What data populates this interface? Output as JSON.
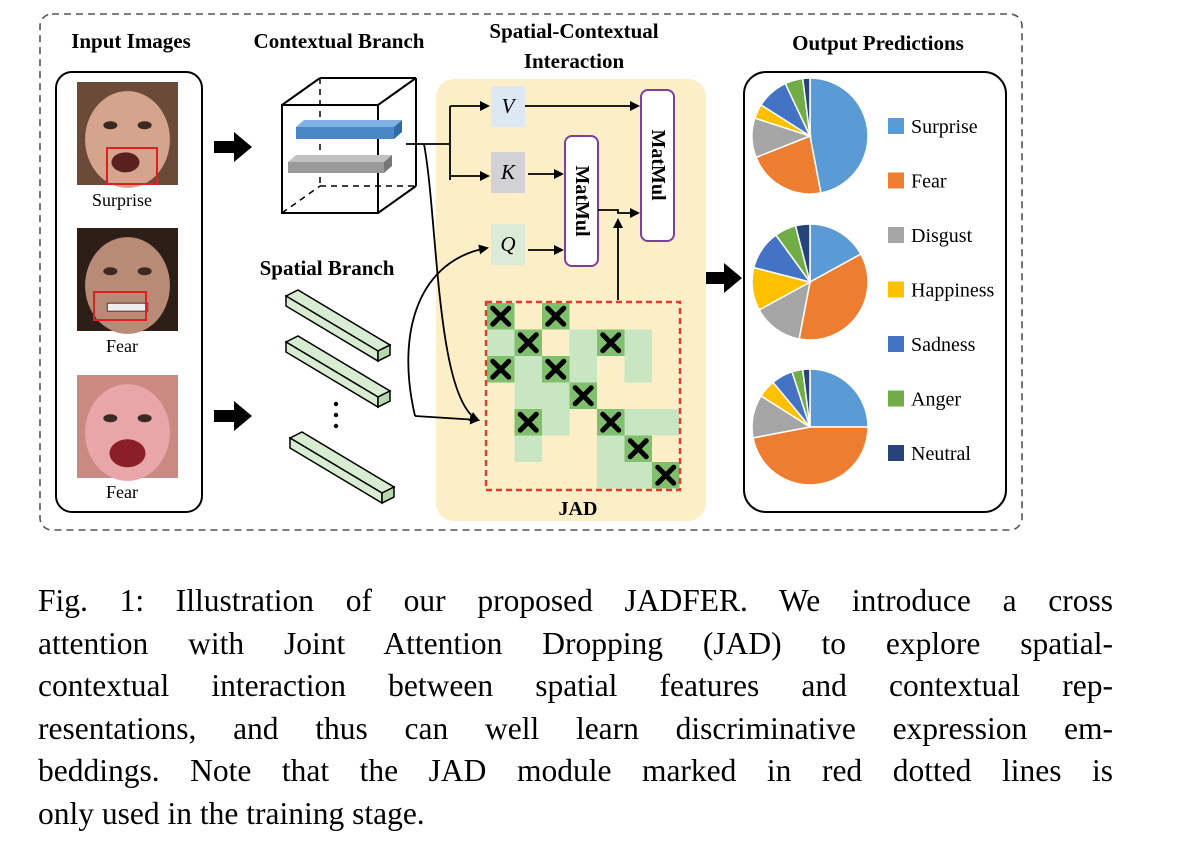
{
  "headings": {
    "input": "Input Images",
    "contextual": "Contextual Branch",
    "interaction_line1": "Spatial-Contextual",
    "interaction_line2": "Interaction",
    "output": "Output Predictions",
    "spatial": "Spatial Branch"
  },
  "faces": [
    {
      "label": "Surprise",
      "skin": "#d4a48c",
      "hair": "#6b4a3a"
    },
    {
      "label": "Fear",
      "skin": "#b98a76",
      "hair": "#2e1e18"
    },
    {
      "label": "Fear",
      "skin": "#e9a6a8",
      "hair": "#c98a84"
    }
  ],
  "qkv": {
    "v": "V",
    "k": "K",
    "q": "Q"
  },
  "matmul": "MatMul",
  "jad_label": "JAD",
  "colors": {
    "qkv_box": "#dde8f2",
    "interaction_bg": "#fcefc8",
    "matmul_border": "#7a3fa0",
    "jad_border": "#e03b2e",
    "jad_cell": "#c8e6c2",
    "spatial_bar": "#d8ecd2",
    "contextual_blue": "#4a86c8",
    "contextual_gray": "#9a9a9a"
  },
  "jad_grid": {
    "size": 7,
    "cells": [
      [
        0,
        0,
        "x"
      ],
      [
        0,
        2,
        "x"
      ],
      [
        1,
        0,
        "g"
      ],
      [
        1,
        1,
        "x"
      ],
      [
        1,
        3,
        "g"
      ],
      [
        1,
        4,
        "x"
      ],
      [
        1,
        5,
        "g"
      ],
      [
        2,
        0,
        "x"
      ],
      [
        2,
        1,
        "g"
      ],
      [
        2,
        2,
        "x"
      ],
      [
        2,
        3,
        "g"
      ],
      [
        2,
        5,
        "g"
      ],
      [
        3,
        1,
        "g"
      ],
      [
        3,
        2,
        "g"
      ],
      [
        3,
        3,
        "x"
      ],
      [
        4,
        1,
        "x"
      ],
      [
        4,
        2,
        "g"
      ],
      [
        4,
        4,
        "x"
      ],
      [
        4,
        5,
        "g"
      ],
      [
        4,
        6,
        "g"
      ],
      [
        5,
        1,
        "g"
      ],
      [
        5,
        4,
        "g"
      ],
      [
        5,
        5,
        "x"
      ],
      [
        6,
        4,
        "g"
      ],
      [
        6,
        5,
        "g"
      ],
      [
        6,
        6,
        "x"
      ]
    ]
  },
  "legend": [
    {
      "label": "Surprise",
      "color": "#5b9bd5"
    },
    {
      "label": "Fear",
      "color": "#ed7d31"
    },
    {
      "label": "Disgust",
      "color": "#a5a5a5"
    },
    {
      "label": "Happiness",
      "color": "#ffc000"
    },
    {
      "label": "Sadness",
      "color": "#4472c4"
    },
    {
      "label": "Anger",
      "color": "#70ad47"
    },
    {
      "label": "Neutral",
      "color": "#264478"
    }
  ],
  "chart_data": [
    {
      "type": "pie",
      "categories": [
        "Surprise",
        "Fear",
        "Disgust",
        "Happiness",
        "Sadness",
        "Anger",
        "Neutral"
      ],
      "values": [
        47,
        22,
        11,
        4,
        9,
        5,
        2
      ]
    },
    {
      "type": "pie",
      "categories": [
        "Surprise",
        "Fear",
        "Disgust",
        "Happiness",
        "Sadness",
        "Anger",
        "Neutral"
      ],
      "values": [
        17,
        36,
        14,
        12,
        11,
        6,
        4
      ]
    },
    {
      "type": "pie",
      "categories": [
        "Surprise",
        "Fear",
        "Disgust",
        "Happiness",
        "Sadness",
        "Anger",
        "Neutral"
      ],
      "values": [
        25,
        47,
        12,
        5,
        6,
        3,
        2
      ]
    }
  ],
  "caption_lines": [
    "Fig. 1: Illustration of our proposed JADFER. We introduce a cross",
    "attention with Joint Attention Dropping (JAD) to explore spatial-",
    "contextual interaction between spatial features and contextual rep-",
    "resentations, and thus can well learn discriminative expression em-",
    "beddings. Note that the JAD module marked in red dotted lines is",
    "only used in the training stage."
  ]
}
